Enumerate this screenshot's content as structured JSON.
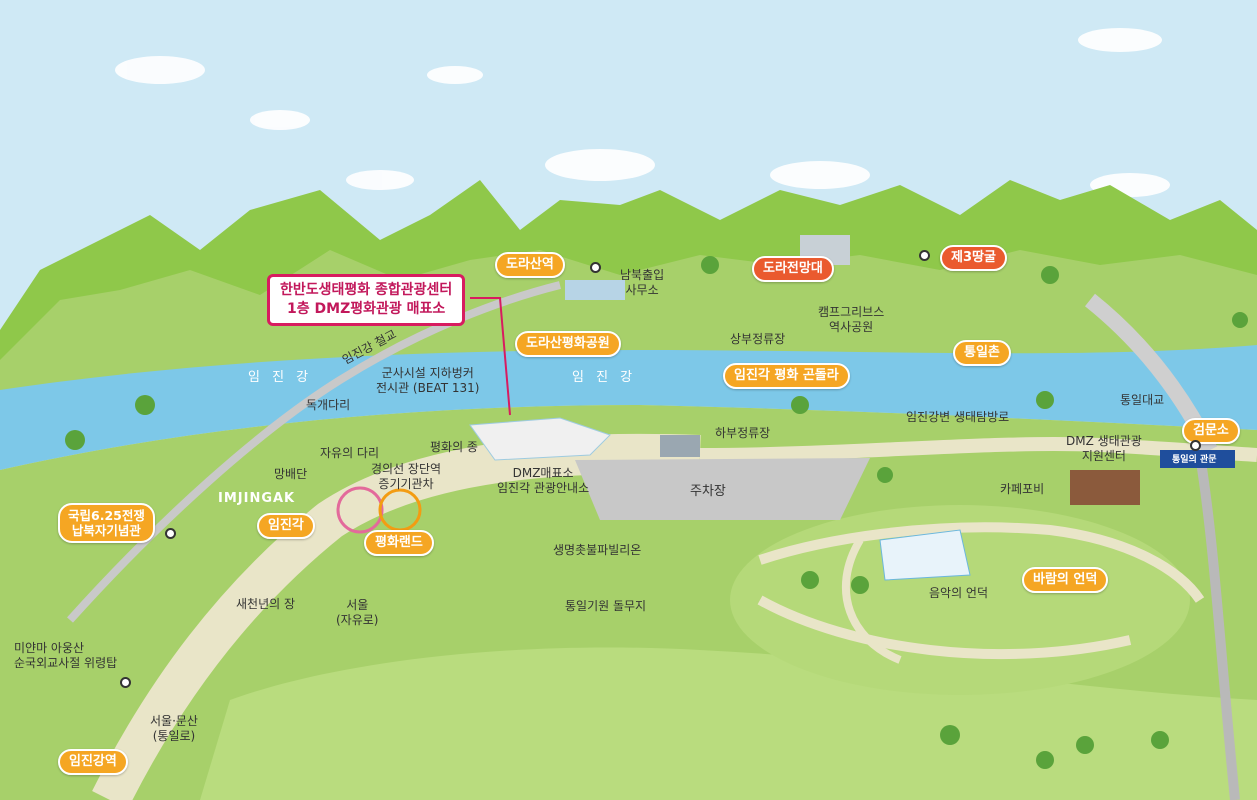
{
  "map": {
    "callout": {
      "line1": "한반도생태평화 종합관광센터",
      "line2": "1층 DMZ평화관광 매표소"
    },
    "river_labels": [
      "임 진 강",
      "임 진 강"
    ],
    "sign_text": "IMJINGAK",
    "gate_sign": "통일의 관문",
    "colors": {
      "river": "#7dc8e8",
      "grass": "#a7d06a",
      "path": "#e9e5c8",
      "mountain": "#8fc84a",
      "pill": "#f5a623",
      "callout_border": "#d81b60"
    },
    "pills": {
      "dorasan_station": "도라산역",
      "dorasan_park": "도라산평화공원",
      "dora_observatory": "도라전망대",
      "third_tunnel": "제3땅굴",
      "tongilchon": "통일촌",
      "gondola": "임진각 평화 곤돌라",
      "checkpoint": "검문소",
      "war_memorial_1": "국립6.25전쟁",
      "war_memorial_2": "납북자기념관",
      "imjingak": "임진각",
      "peace_land": "평화랜드",
      "hill_of_wind": "바람의 언덕",
      "imjingang_station": "임진강역"
    },
    "labels": {
      "immigration_1": "남북출입",
      "immigration_2": "사무소",
      "imjingang_bridge": "임진강 철교",
      "bunker_1": "군사시설 지하벙커",
      "bunker_2": "전시관 (BEAT 131)",
      "dokgae": "독개다리",
      "bell": "평화의 종",
      "freedom_bridge": "자유의 다리",
      "mangbaedan": "망배단",
      "locomotive_1": "경의선 장단역",
      "locomotive_2": "증기기관차",
      "dmz_ticket_1": "DMZ매표소",
      "dmz_ticket_2": "임진각 관광안내소",
      "upper_stop": "상부정류장",
      "lower_stop": "하부정류장",
      "camp_greaves_1": "캠프그리브스",
      "camp_greaves_2": "역사공원",
      "eco_path": "임진강변 생태탐방로",
      "tongil_bridge": "통일대교",
      "eco_center_1": "DMZ 생태관광",
      "eco_center_2": "지원센터",
      "cafe": "카페포비",
      "parking": "주차장",
      "pavilion": "생명촛불파빌리온",
      "stonehenge": "통일기원 돌무지",
      "music_hill": "음악의 언덕",
      "millennium": "새천년의 장",
      "seoul_1": "서울",
      "seoul_2": "(자유로)",
      "myanmar_1": "미얀마 아웅산",
      "myanmar_2": "순국외교사절 위령탑",
      "seoul_munsan_1": "서울·문산",
      "seoul_munsan_2": "(통일로)"
    }
  }
}
